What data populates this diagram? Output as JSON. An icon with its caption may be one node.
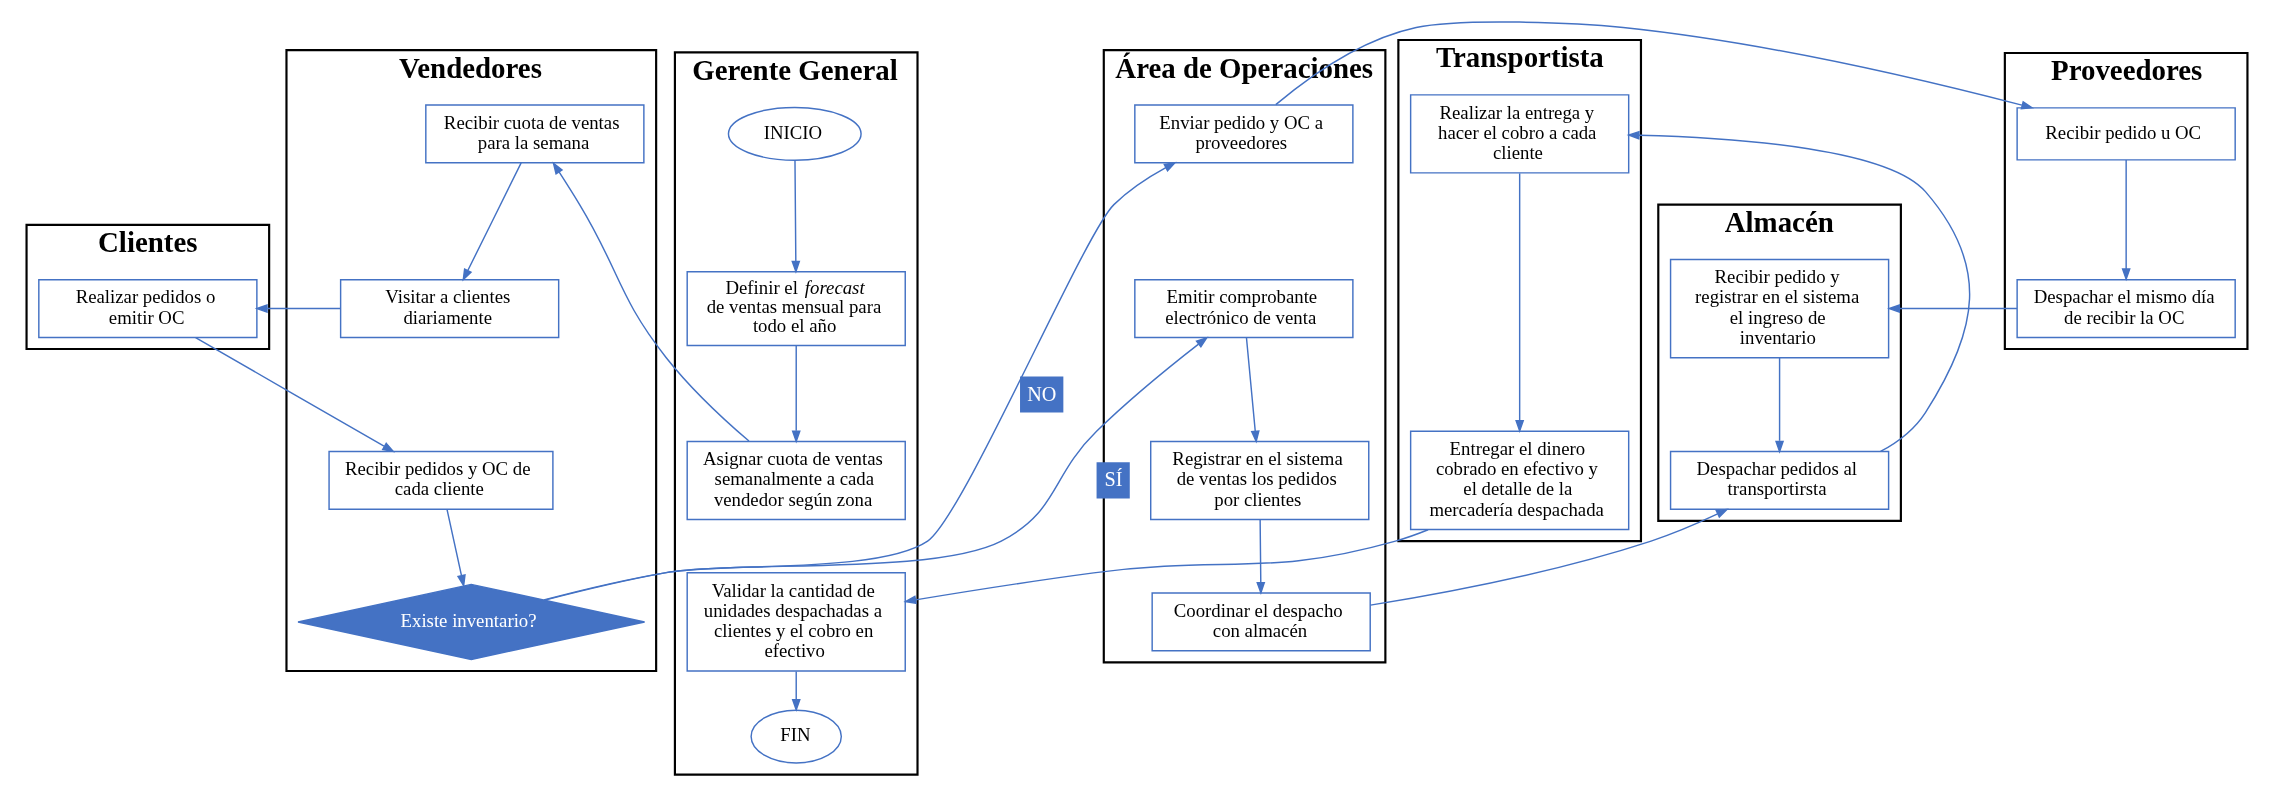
{
  "diagram": {
    "nodes": [
      {
        "text": [
          "Gerente General"
        ]
      },
      {
        "text": [
          "INICIO"
        ],
        "in": 0
      },
      {
        "text": [
          "Definir el *forecast* de ventas mensual para todo el año"
        ],
        "in": 0
      },
      {
        "text": [
          "Asignar cuota de ventas semanalmente a cada vendedor según zona"
        ],
        "in": 0
      },
      {
        "text": [
          "Validar la cantidad de unidades despachadas a clientes y el cobro en efectivo"
        ],
        "in": 0
      },
      {
        "text": [
          "FIN"
        ],
        "in": 0
      },
      {
        "text": [
          "Vendedores"
        ]
      },
      {
        "text": [
          "Recibir cuota de ventas para la semana"
        ],
        "in": 6
      },
      {
        "text": [
          "Visitar a clientes diariamente"
        ],
        "in": 6
      },
      {
        "text": [
          "Recibir pedidos y OC de cada cliente"
        ],
        "in": 6
      },
      {
        "text": [
          "Existe inventario?"
        ],
        "in": 6
      },
      {
        "text": [
          "Clientes"
        ]
      },
      {
        "text": [
          "Realizar pedidos o emitir OC"
        ],
        "in": 11
      },
      {
        "text": [
          "Área de Operaciones"
        ]
      },
      {
        "text": [
          "Enviar pedido y OC a proveedores"
        ],
        "in": 13
      },
      {
        "text": [
          "Emitir comprobante electrónico de venta"
        ],
        "in": 13
      },
      {
        "text": [
          "Registrar en el sistema de ventas los pedidos por clientes"
        ],
        "in": 13
      },
      {
        "text": [
          "Coordinar el despacho con almacén"
        ],
        "in": 13
      },
      {
        "text": [
          "Proveedores"
        ]
      },
      {
        "text": [
          "Recibir pedido u OC"
        ],
        "in": 18
      },
      {
        "text": [
          "Despachar el mismo día de recibir la OC"
        ],
        "in": 18
      },
      {
        "text": [
          "Almacén"
        ]
      },
      {
        "text": [
          "Recibir pedido y registrar en el sistema el ingreso de inventario"
        ],
        "in": 21
      },
      {
        "text": [
          "Despachar pedidos al transportirsta"
        ],
        "in": 21
      },
      {
        "text": [
          "Transportista"
        ]
      },
      {
        "text": [
          "Realizar la entrega y hacer el cobro a cada cliente"
        ],
        "in": 24
      },
      {
        "text": [
          "Entregar el dinero cobrado en efectivo y el detalle de la mercadería despachada"
        ],
        "in": 24
      }
    ],
    "edges": [
      {
        "from": 1,
        "to": 2,
        "arrow": "to"
      },
      {
        "from": 2,
        "to": 3,
        "arrow": "to"
      },
      {
        "from": 3,
        "to": 7,
        "arrow": "to"
      },
      {
        "from": 7,
        "to": 8,
        "arrow": "to"
      },
      {
        "from": 8,
        "to": 12,
        "arrow": "to"
      },
      {
        "from": 12,
        "to": 9,
        "arrow": "to"
      },
      {
        "from": 9,
        "to": 10,
        "arrow": "to"
      },
      {
        "from": 10,
        "to": 14,
        "arrow": "to",
        "label": "NO"
      },
      {
        "from": 10,
        "to": 15,
        "arrow": "to",
        "label": "SÍ"
      },
      {
        "from": 14,
        "to": 19,
        "arrow": "to"
      },
      {
        "from": 19,
        "to": 20,
        "arrow": "to"
      },
      {
        "from": 20,
        "to": 22,
        "arrow": "to"
      },
      {
        "from": 22,
        "to": 23,
        "arrow": "to"
      },
      {
        "from": 15,
        "to": 16,
        "arrow": "to"
      },
      {
        "from": 16,
        "to": 17,
        "arrow": "to"
      },
      {
        "from": 17,
        "to": 23,
        "arrow": "to"
      },
      {
        "from": 23,
        "to": 25,
        "arrow": "to"
      },
      {
        "from": 25,
        "to": 26,
        "arrow": "to"
      },
      {
        "from": 26,
        "to": 4,
        "arrow": "to"
      },
      {
        "from": 4,
        "to": 5,
        "arrow": "to"
      }
    ]
  }
}
